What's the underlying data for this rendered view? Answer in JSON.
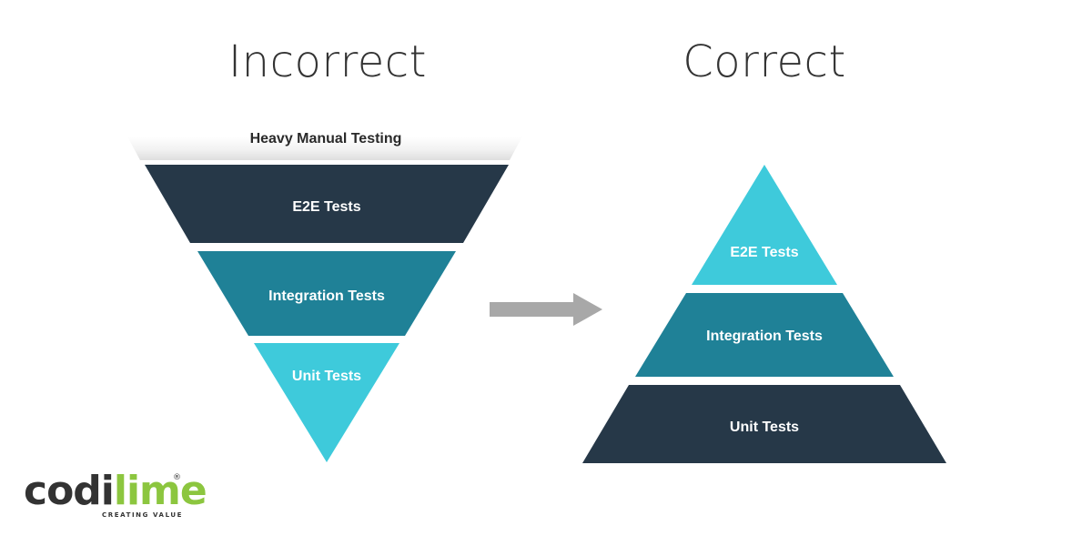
{
  "titles": {
    "left": "Incorrect",
    "right": "Correct"
  },
  "incorrect": {
    "manual": "Heavy Manual Testing",
    "levels": [
      "E2E Tests",
      "Integration Tests",
      "Unit Tests"
    ]
  },
  "correct": {
    "levels": [
      "E2E Tests",
      "Integration Tests",
      "Unit Tests"
    ]
  },
  "colors": {
    "dark": "#263848",
    "mid": "#1f8197",
    "light": "#3ecadb",
    "arrow": "#a8a8a8",
    "accent_green": "#8cc63f"
  },
  "logo": {
    "part1": "codi",
    "part2": "lime",
    "registered": "®",
    "tagline": "CREATING VALUE"
  }
}
